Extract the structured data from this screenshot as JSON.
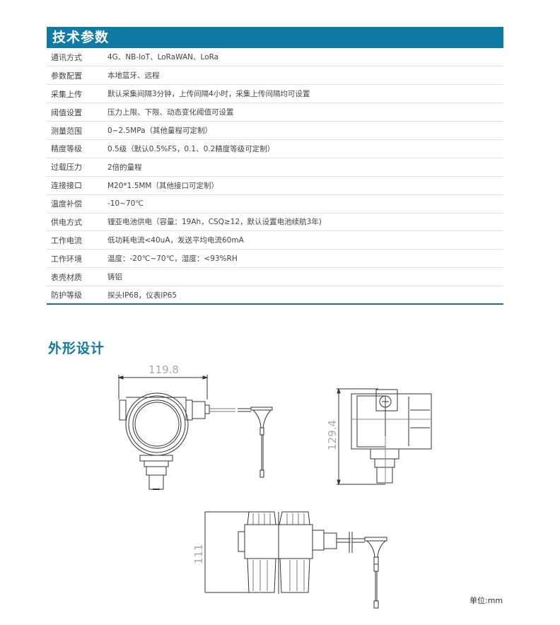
{
  "specs": {
    "title": "技术参数",
    "rows": [
      {
        "label": "通讯方式",
        "value": "4G、NB-IoT、LoRaWAN、LoRa"
      },
      {
        "label": "参数配置",
        "value": "本地蓝牙、远程"
      },
      {
        "label": "采集上传",
        "value": "默认采集间隔3分钟，上传间隔4小时，采集上传间隔均可设置"
      },
      {
        "label": "阈值设置",
        "value": "压力上限、下限、动态变化阈值可设置"
      },
      {
        "label": "测量范围",
        "value": "0~2.5MPa（其他量程可定制）"
      },
      {
        "label": "精度等级",
        "value": "0.5级（默认0.5%FS，0.1、0.2精度等级可定制）"
      },
      {
        "label": "过载压力",
        "value": "2倍的量程"
      },
      {
        "label": "连接接口",
        "value": "M20*1.5MM（其他接口可定制）"
      },
      {
        "label": "温度补偿",
        "value": "-10~70℃"
      },
      {
        "label": "供电方式",
        "value": "锂亚电池供电（容量：19Ah，CSQ≥12，默认设置电池续航3年)"
      },
      {
        "label": "工作电流",
        "value": "低功耗电流<40uA，发送平均电流60mA"
      },
      {
        "label": "工作环境",
        "value": "温度：-20℃~70℃，湿度：<93%RH"
      },
      {
        "label": "表壳材质",
        "value": "铸铝"
      },
      {
        "label": "防护等级",
        "value": "探头IP68，仪表IP65"
      }
    ]
  },
  "design": {
    "title": "外形设计",
    "dimensions": {
      "front_width": "119.8",
      "side_height": "129.4",
      "top_height": "111"
    },
    "unit": "单位:mm"
  },
  "colors": {
    "accent": "#0f7aa3",
    "row_divider": "#e2e2e2",
    "table_bottom": "#1c6f8e"
  }
}
